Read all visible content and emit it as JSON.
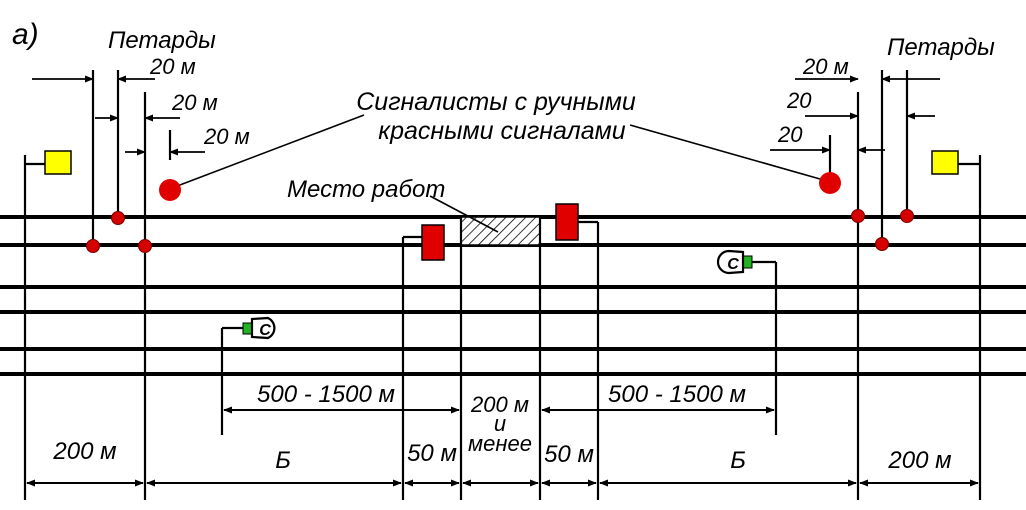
{
  "figure_label": "а)",
  "labels": {
    "petards_left": "Петарды",
    "petards_right": "Петарды",
    "signalmen_line1": "Сигналисты с ручными",
    "signalmen_line2": "красными сигналами",
    "work_site": "Место работ",
    "d20_left_1": "20 м",
    "d20_left_2": "20 м",
    "d20_left_3": "20 м",
    "d20_right_1": "20 м",
    "d20_right_2": "20",
    "d20_right_3": "20",
    "range_left": "500 - 1500 м",
    "range_right": "500 - 1500 м",
    "center_line1": "200 м",
    "center_line2": "и",
    "center_line3": "менее",
    "dist_200_left": "200 м",
    "dist_b_left": "Б",
    "dist_50_left": "50 м",
    "dist_50_right": "50 м",
    "dist_b_right": "Б",
    "dist_200_right": "200 м"
  },
  "signs": {
    "c_sign_letter": "С"
  },
  "colors": {
    "track": "#000000",
    "red_signal": "#e10000",
    "petard": "#d40000",
    "yellow_signal": "#ffff00",
    "green_lamp": "#21b321"
  }
}
